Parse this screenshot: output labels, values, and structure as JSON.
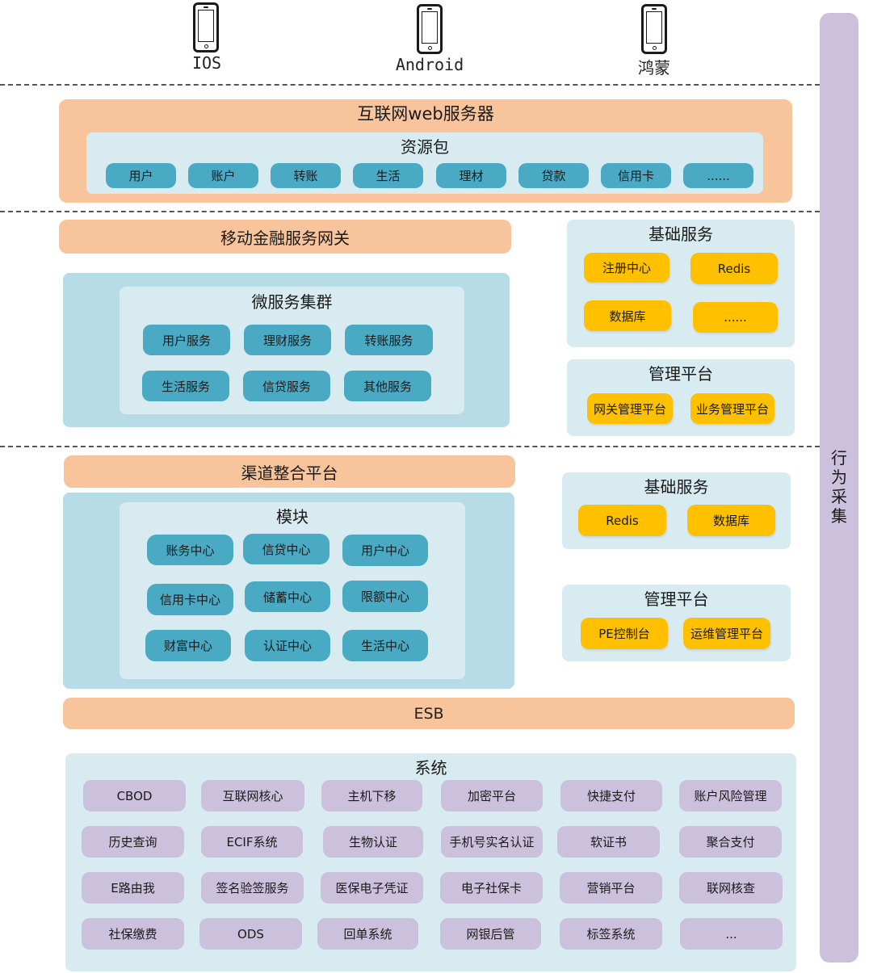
{
  "clients": [
    "IOS",
    "Android",
    "鸿蒙"
  ],
  "web_layer": {
    "title": "互联网web服务器",
    "resource_pack": {
      "title": "资源包",
      "items": [
        "用户",
        "账户",
        "转账",
        "生活",
        "理材",
        "贷款",
        "信用卡",
        "......"
      ]
    }
  },
  "gateway_layer": {
    "gateway_title": "移动金融服务网关",
    "microservices": {
      "title": "微服务集群",
      "items": [
        "用户服务",
        "理财服务",
        "转账服务",
        "生活服务",
        "信贷服务",
        "其他服务"
      ]
    },
    "base_services": {
      "title": "基础服务",
      "items": [
        "注册中心",
        "Redis",
        "数据库",
        "......"
      ]
    },
    "management": {
      "title": "管理平台",
      "items": [
        "网关管理平台",
        "业务管理平台"
      ]
    }
  },
  "channel_layer": {
    "platform_title": "渠道整合平台",
    "modules": {
      "title": "模块",
      "items": [
        "账务中心",
        "信贷中心",
        "用户中心",
        "信用卡中心",
        "储蓄中心",
        "限额中心",
        "财富中心",
        "认证中心",
        "生活中心"
      ]
    },
    "base_services": {
      "title": "基础服务",
      "items": [
        "Redis",
        "数据库"
      ]
    },
    "management": {
      "title": "管理平台",
      "items": [
        "PE控制台",
        "运维管理平台"
      ]
    }
  },
  "esb": {
    "title": "ESB"
  },
  "systems": {
    "title": "系统",
    "items": [
      "CBOD",
      "互联网核心",
      "主机下移",
      "加密平台",
      "快捷支付",
      "账户风险管理",
      "历史查询",
      "ECIF系统",
      "生物认证",
      "手机号实名认证",
      "软证书",
      "聚合支付",
      "E路由我",
      "签名验签服务",
      "医保电子凭证",
      "电子社保卡",
      "营销平台",
      "联网核查",
      "社保缴费",
      "ODS",
      "回单系统",
      "网银后管",
      "标签系统",
      "..."
    ]
  },
  "side_bar": {
    "label": [
      "行",
      "为",
      "采",
      "集"
    ]
  },
  "colors": {
    "orange": "#f8c49b",
    "teal": "#4aa9c3",
    "yellow": "#ffc000",
    "purple": "#cbc1dd",
    "panel_blue": "#b7dce8",
    "panel_light": "#d8ebf1"
  }
}
